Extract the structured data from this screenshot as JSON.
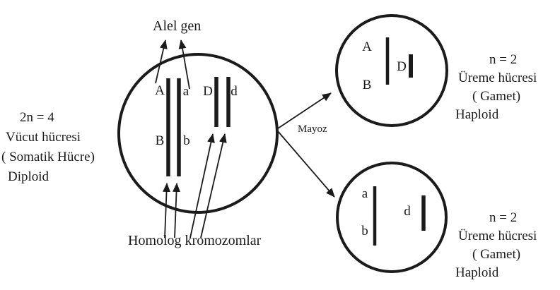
{
  "colors": {
    "ink": "#1b1b1b",
    "background": "#ffffff"
  },
  "alel_gen_label": "Alel gen",
  "mayoz_label": "Mayoz",
  "homolog_label": "Homolog kromozomlar",
  "somatic_cell": {
    "genes": {
      "A": "A",
      "a": "a",
      "D": "D",
      "d": "d",
      "B": "B",
      "b": "b"
    },
    "lines": [
      "2n = 4",
      "Vücut hücresi",
      "( Somatik Hücre)",
      "Diploid"
    ]
  },
  "gamete_top": {
    "genes": {
      "A": "A",
      "B": "B",
      "D": "D"
    },
    "lines": [
      "n = 2",
      "Üreme hücresi",
      "( Gamet)",
      "Haploid"
    ]
  },
  "gamete_bottom": {
    "genes": {
      "a": "a",
      "b": "b",
      "d": "d"
    },
    "lines": [
      "n = 2",
      "Üreme hücresi",
      "( Gamet)",
      "Haploid"
    ]
  }
}
